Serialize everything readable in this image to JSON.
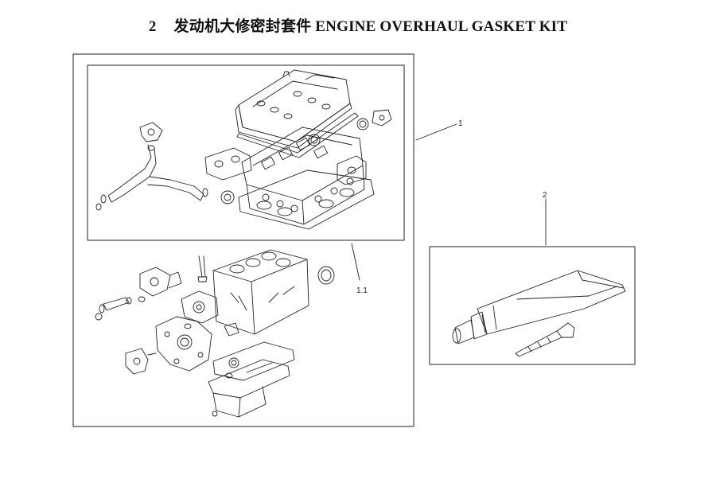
{
  "header": {
    "section_number": "2",
    "title": "发动机大修密封套件 ENGINE OVERHAUL GASKET KIT"
  },
  "callouts": {
    "kit": "1",
    "sealant": "2",
    "sub_kit": "1.1"
  }
}
